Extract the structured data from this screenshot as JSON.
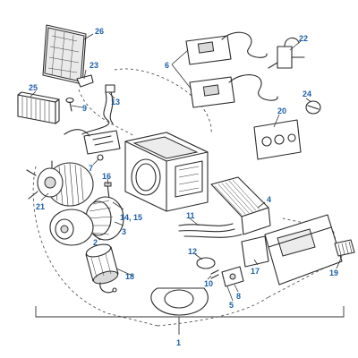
{
  "diagram": {
    "callouts": {
      "c1": "1",
      "c2": "2",
      "c3": "3",
      "c4": "4",
      "c5": "5",
      "c6": "6",
      "c7": "7",
      "c8": "8",
      "c9": "9",
      "c10": "10",
      "c11": "11",
      "c12": "12",
      "c13": "13",
      "c14_15": "14, 15",
      "c16": "16",
      "c17": "17",
      "c18": "18",
      "c19": "19",
      "c20": "20",
      "c21": "21",
      "c22": "22",
      "c23": "23",
      "c24": "24",
      "c25": "25",
      "c26": "26"
    },
    "colors": {
      "callout": "#1b5fa8",
      "line": "#2b2b2b"
    }
  }
}
